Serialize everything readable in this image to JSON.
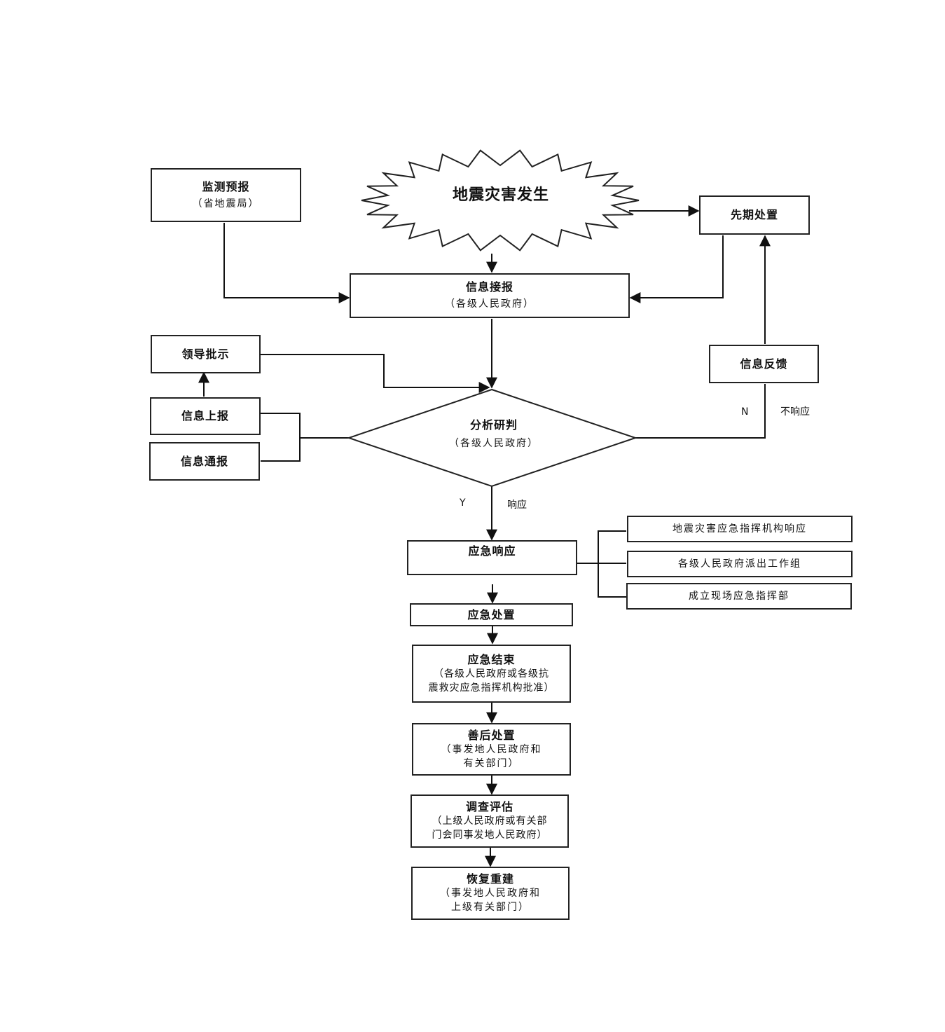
{
  "start": {
    "label": "地震灾害发生"
  },
  "monitor": {
    "title": "监测预报",
    "sub": "（省地震局）"
  },
  "early": {
    "title": "先期处置"
  },
  "receive": {
    "title": "信息接报",
    "sub": "（各级人民政府）"
  },
  "leader": {
    "title": "领导批示"
  },
  "report_up": {
    "title": "信息上报"
  },
  "notify": {
    "title": "信息通报"
  },
  "feedback": {
    "title": "信息反馈"
  },
  "analyze": {
    "title": "分析研判",
    "sub": "（各级人民政府）"
  },
  "no_branch": {
    "letter": "N",
    "text": "不响应"
  },
  "yes_branch": {
    "letter": "Y",
    "text": "响应"
  },
  "response": {
    "title": "应急响应"
  },
  "response_actions": [
    "地震灾害应急指挥机构响应",
    "各级人民政府派出工作组",
    "成立现场应急指挥部"
  ],
  "handling": {
    "title": "应急处置"
  },
  "end": {
    "title": "应急结束",
    "sub1": "（各级人民政府或各级抗",
    "sub2": "震救灾应急指挥机构批准）"
  },
  "aftermath": {
    "title": "善后处置",
    "sub1": "（事发地人民政府和",
    "sub2": "有关部门）"
  },
  "investigate": {
    "title": "调查评估",
    "sub1": "（上级人民政府或有关部",
    "sub2": "门会同事发地人民政府）"
  },
  "rebuild": {
    "title": "恢复重建",
    "sub1": "（事发地人民政府和",
    "sub2": "上级有关部门）"
  }
}
